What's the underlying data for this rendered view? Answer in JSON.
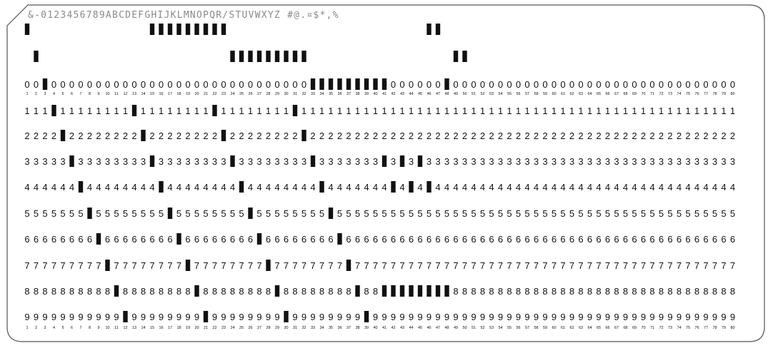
{
  "card": {
    "header_text": "&-0123456789ABCDEFGHIJKLMNOPQR/STUVWXYZ #@.¤$*,%",
    "column_count": 80,
    "rows": [
      {
        "row_id": "12",
        "digit": ""
      },
      {
        "row_id": "11",
        "digit": ""
      },
      {
        "row_id": "0",
        "digit": "0"
      },
      {
        "row_id": "1",
        "digit": "1"
      },
      {
        "row_id": "2",
        "digit": "2"
      },
      {
        "row_id": "3",
        "digit": "3"
      },
      {
        "row_id": "4",
        "digit": "4"
      },
      {
        "row_id": "5",
        "digit": "5"
      },
      {
        "row_id": "6",
        "digit": "6"
      },
      {
        "row_id": "7",
        "digit": "7"
      },
      {
        "row_id": "8",
        "digit": "8"
      },
      {
        "row_id": "9",
        "digit": "9"
      }
    ],
    "column_numbers": [
      "1",
      "2",
      "3",
      "4",
      "5",
      "6",
      "7",
      "8",
      "9",
      "10",
      "11",
      "12",
      "13",
      "14",
      "15",
      "16",
      "17",
      "18",
      "19",
      "20",
      "21",
      "22",
      "23",
      "24",
      "25",
      "26",
      "27",
      "28",
      "29",
      "30",
      "31",
      "32",
      "33",
      "34",
      "35",
      "36",
      "37",
      "38",
      "39",
      "40",
      "41",
      "42",
      "43",
      "44",
      "45",
      "46",
      "47",
      "48",
      "49",
      "50",
      "51",
      "52",
      "53",
      "54",
      "55",
      "56",
      "57",
      "58",
      "59",
      "60",
      "61",
      "62",
      "63",
      "64",
      "65",
      "66",
      "67",
      "68",
      "69",
      "70",
      "71",
      "72",
      "73",
      "74",
      "75",
      "76",
      "77",
      "78",
      "79",
      "80"
    ],
    "punches": {
      "12": [
        1,
        15,
        16,
        17,
        18,
        19,
        20,
        21,
        22,
        23,
        46,
        47
      ],
      "11": [
        2,
        24,
        25,
        26,
        27,
        28,
        29,
        30,
        31,
        32,
        49,
        50
      ],
      "0": [
        3,
        33,
        34,
        35,
        36,
        37,
        38,
        39,
        40,
        41,
        48
      ],
      "1": [
        4,
        13,
        22,
        31
      ],
      "2": [
        5,
        14,
        23,
        32
      ],
      "3": [
        6,
        15,
        24,
        33,
        41,
        43,
        45
      ],
      "4": [
        7,
        16,
        25,
        34,
        42,
        44,
        46
      ],
      "5": [
        8,
        17,
        26,
        35
      ],
      "6": [
        9,
        18,
        27,
        36
      ],
      "7": [
        10,
        19,
        28,
        37
      ],
      "8": [
        11,
        20,
        29,
        38,
        41,
        42,
        43,
        44,
        45,
        46,
        47,
        48
      ],
      "9": [
        12,
        21,
        30,
        39
      ]
    },
    "colors": {
      "ink": "#111111",
      "outline": "#555555",
      "header": "#8a8a8a"
    }
  }
}
